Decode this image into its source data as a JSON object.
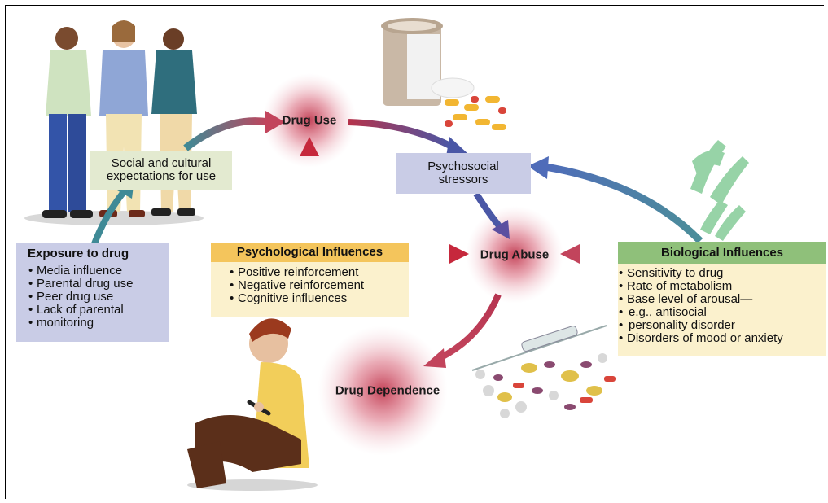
{
  "nodes": {
    "drug_use": "Drug Use",
    "drug_abuse": "Drug Abuse",
    "drug_dependence": "Drug Dependence"
  },
  "boxes": {
    "social": {
      "line1": "Social and cultural",
      "line2": "expectations for use"
    },
    "stressors": {
      "line1": "Psychosocial",
      "line2": "stressors"
    },
    "exposure": {
      "title": "Exposure to drug",
      "items": [
        "Media influence",
        "Parental drug use",
        "Peer drug use",
        "Lack of parental",
        "monitoring"
      ]
    },
    "psychological": {
      "title": "Psychological Influences",
      "items": [
        "Positive reinforcement",
        "Negative reinforcement",
        "Cognitive influences"
      ]
    },
    "biological": {
      "title": "Biological Influences",
      "items": [
        "Sensitivity to drug",
        "Rate of metabolism",
        "Base level of arousal—",
        "e.g., antisocial",
        "personality disorder",
        "Disorders of mood or anxiety"
      ]
    }
  },
  "colors": {
    "glow": "#c0394f",
    "box_blue": "#c9cce6",
    "box_green_light": "#e3ead0",
    "header_orange": "#f4c55c",
    "box_cream": "#fbf1cd",
    "header_green": "#8fc07a"
  },
  "illustrations": [
    "group-of-people",
    "pill-bottle",
    "chromosomes",
    "syringe-and-pills",
    "sitting-person-injecting"
  ]
}
